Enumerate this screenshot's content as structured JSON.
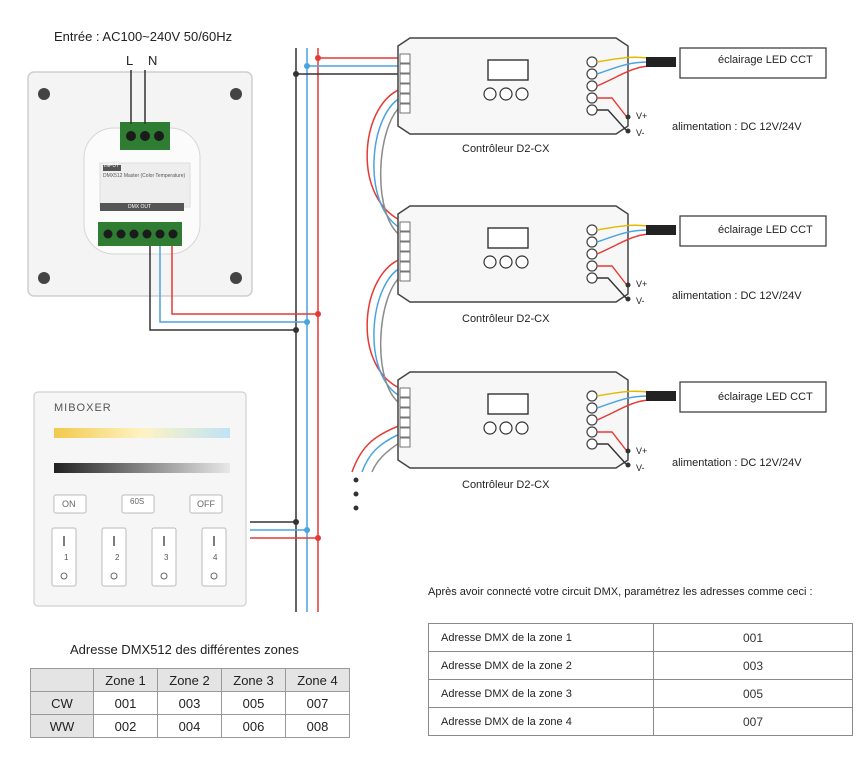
{
  "input_label": "Entrée : AC100~240V 50/60Hz",
  "terminal_L": "L",
  "terminal_N": "N",
  "master_panel": {
    "header": "INPUT",
    "description": "DMX512 Master (Color Temperature)",
    "dmx_out": "DMX OUT"
  },
  "controllers": [
    {
      "name": "Contrôleur D2-CX",
      "light": "éclairage LED CCT",
      "power": "alimentation : DC 12V/24V"
    },
    {
      "name": "Contrôleur D2-CX",
      "light": "éclairage LED CCT",
      "power": "alimentation : DC 12V/24V"
    },
    {
      "name": "Contrôleur D2-CX",
      "light": "éclairage LED CCT",
      "power": "alimentation : DC 12V/24V"
    }
  ],
  "v_plus": "V+",
  "v_minus": "V-",
  "remote": {
    "brand": "MIBOXER",
    "on": "ON",
    "scene": "60S",
    "off": "OFF",
    "zones": [
      "1",
      "2",
      "3",
      "4"
    ]
  },
  "zone_table": {
    "title": "Adresse DMX512 des différentes zones",
    "headers": [
      "",
      "Zone 1",
      "Zone 2",
      "Zone 3",
      "Zone 4"
    ],
    "rows": [
      {
        "label": "CW",
        "values": [
          "001",
          "003",
          "005",
          "007"
        ]
      },
      {
        "label": "WW",
        "values": [
          "002",
          "004",
          "006",
          "008"
        ]
      }
    ]
  },
  "address_intro": "Après avoir connecté votre circuit DMX, paramétrez les adresses comme ceci :",
  "address_table": [
    {
      "label": "Adresse DMX de la zone 1",
      "value": "001"
    },
    {
      "label": "Adresse DMX de la zone 2",
      "value": "003"
    },
    {
      "label": "Adresse DMX de la zone 3",
      "value": "005"
    },
    {
      "label": "Adresse DMX de la zone 4",
      "value": "007"
    }
  ],
  "colors": {
    "red_wire": "#e53935",
    "blue_wire": "#4aa3df",
    "black_wire": "#333333",
    "gray_wire": "#8c8c8c"
  }
}
